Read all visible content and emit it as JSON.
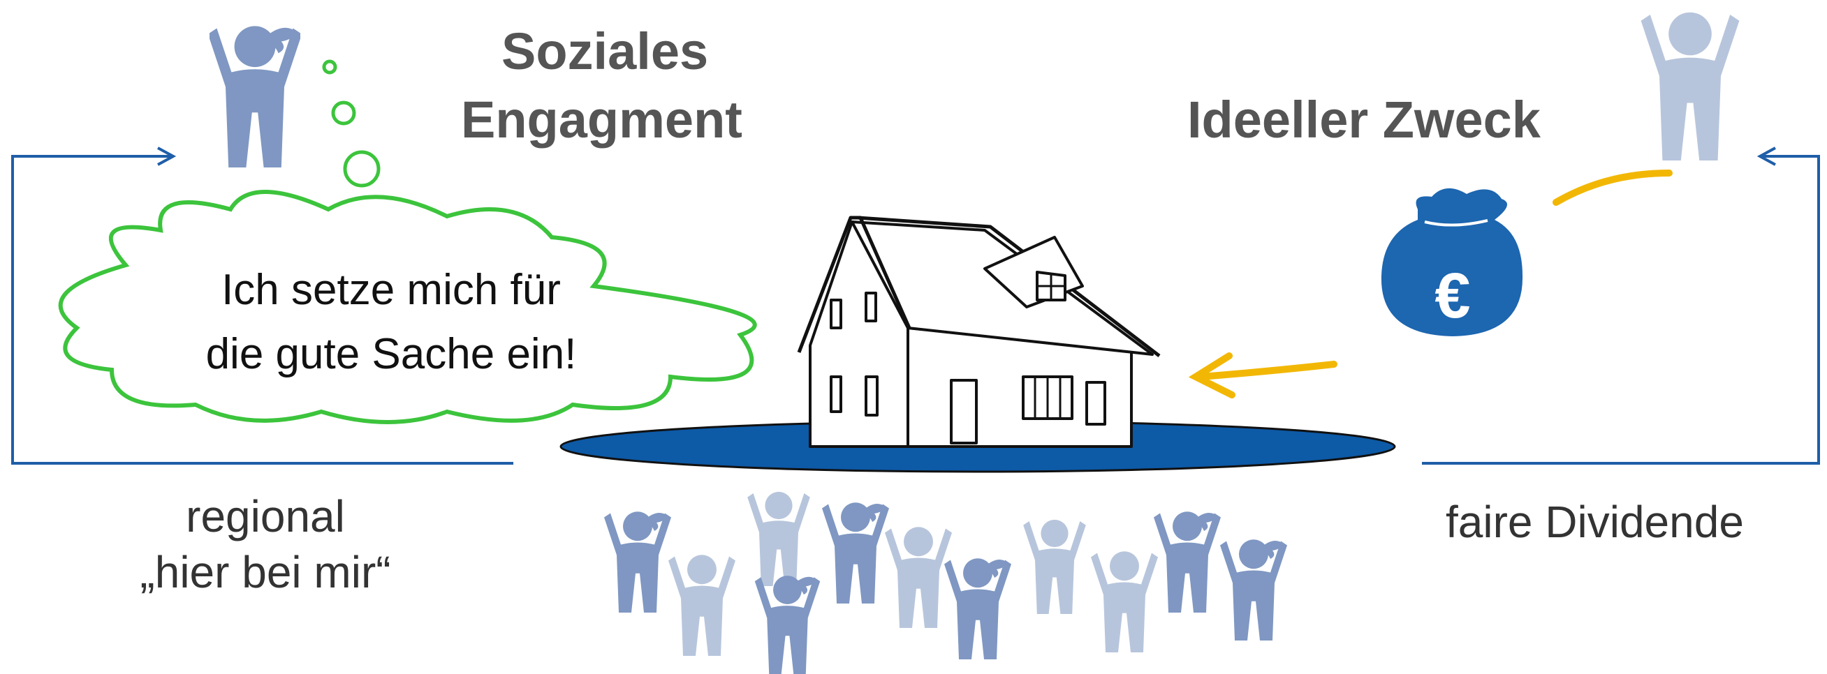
{
  "headings": {
    "social_line1": "Soziales",
    "social_line2": "Engagment",
    "ideal": "Ideeller Zweck"
  },
  "thought_bubble": {
    "line1": "Ich setze mich für",
    "line2": "die gute Sache ein!"
  },
  "labels": {
    "regional_line1": "regional",
    "regional_line2": "„hier bei mir“",
    "dividend": "faire Dividende"
  },
  "money_bag": {
    "symbol": "€"
  },
  "colors": {
    "line_blue": "#1f5ea8",
    "pond_blue": "#0d5aa7",
    "bag_blue": "#1d66b0",
    "arrow_yellow": "#f2b705",
    "bubble_green": "#3cc43c",
    "person_dark": "#7f97c2",
    "person_light": "#b7c5dc"
  },
  "icons": [
    "person-icon",
    "house-icon",
    "money-bag-icon",
    "thought-bubble-icon",
    "arrow-icon"
  ]
}
